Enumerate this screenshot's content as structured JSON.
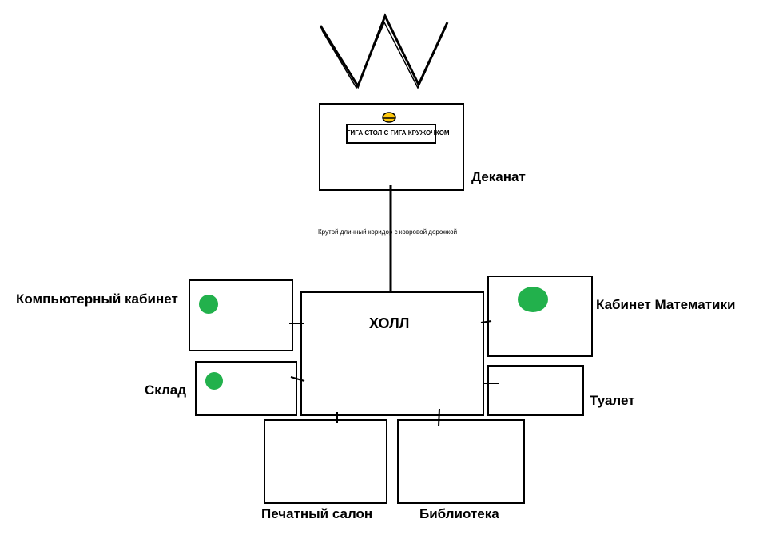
{
  "colors": {
    "ink": "#000000",
    "green_dot": "#22b14c",
    "gold_dot": "#ffc90e",
    "background": "#ffffff"
  },
  "icons": {
    "crown": "crown-icon",
    "cup": "cup-icon",
    "desk_marker": "green-dot-icon"
  },
  "rooms": {
    "dean": {
      "label": "Деканат",
      "table_label": "ГИГА СТОЛ С ГИГА КРУЖОЧКОМ"
    },
    "corridor": {
      "label": "Крутой длинный коридор с ковровой дорожкой"
    },
    "hall": {
      "label": "ХОЛЛ"
    },
    "computer": {
      "label": "Компьютерный кабинет"
    },
    "storage": {
      "label": "Склад"
    },
    "math": {
      "label": "Кабинет Математики"
    },
    "toilet": {
      "label": "Туалет"
    },
    "printing": {
      "label": "Печатный салон"
    },
    "library": {
      "label": "Библиотека"
    }
  }
}
